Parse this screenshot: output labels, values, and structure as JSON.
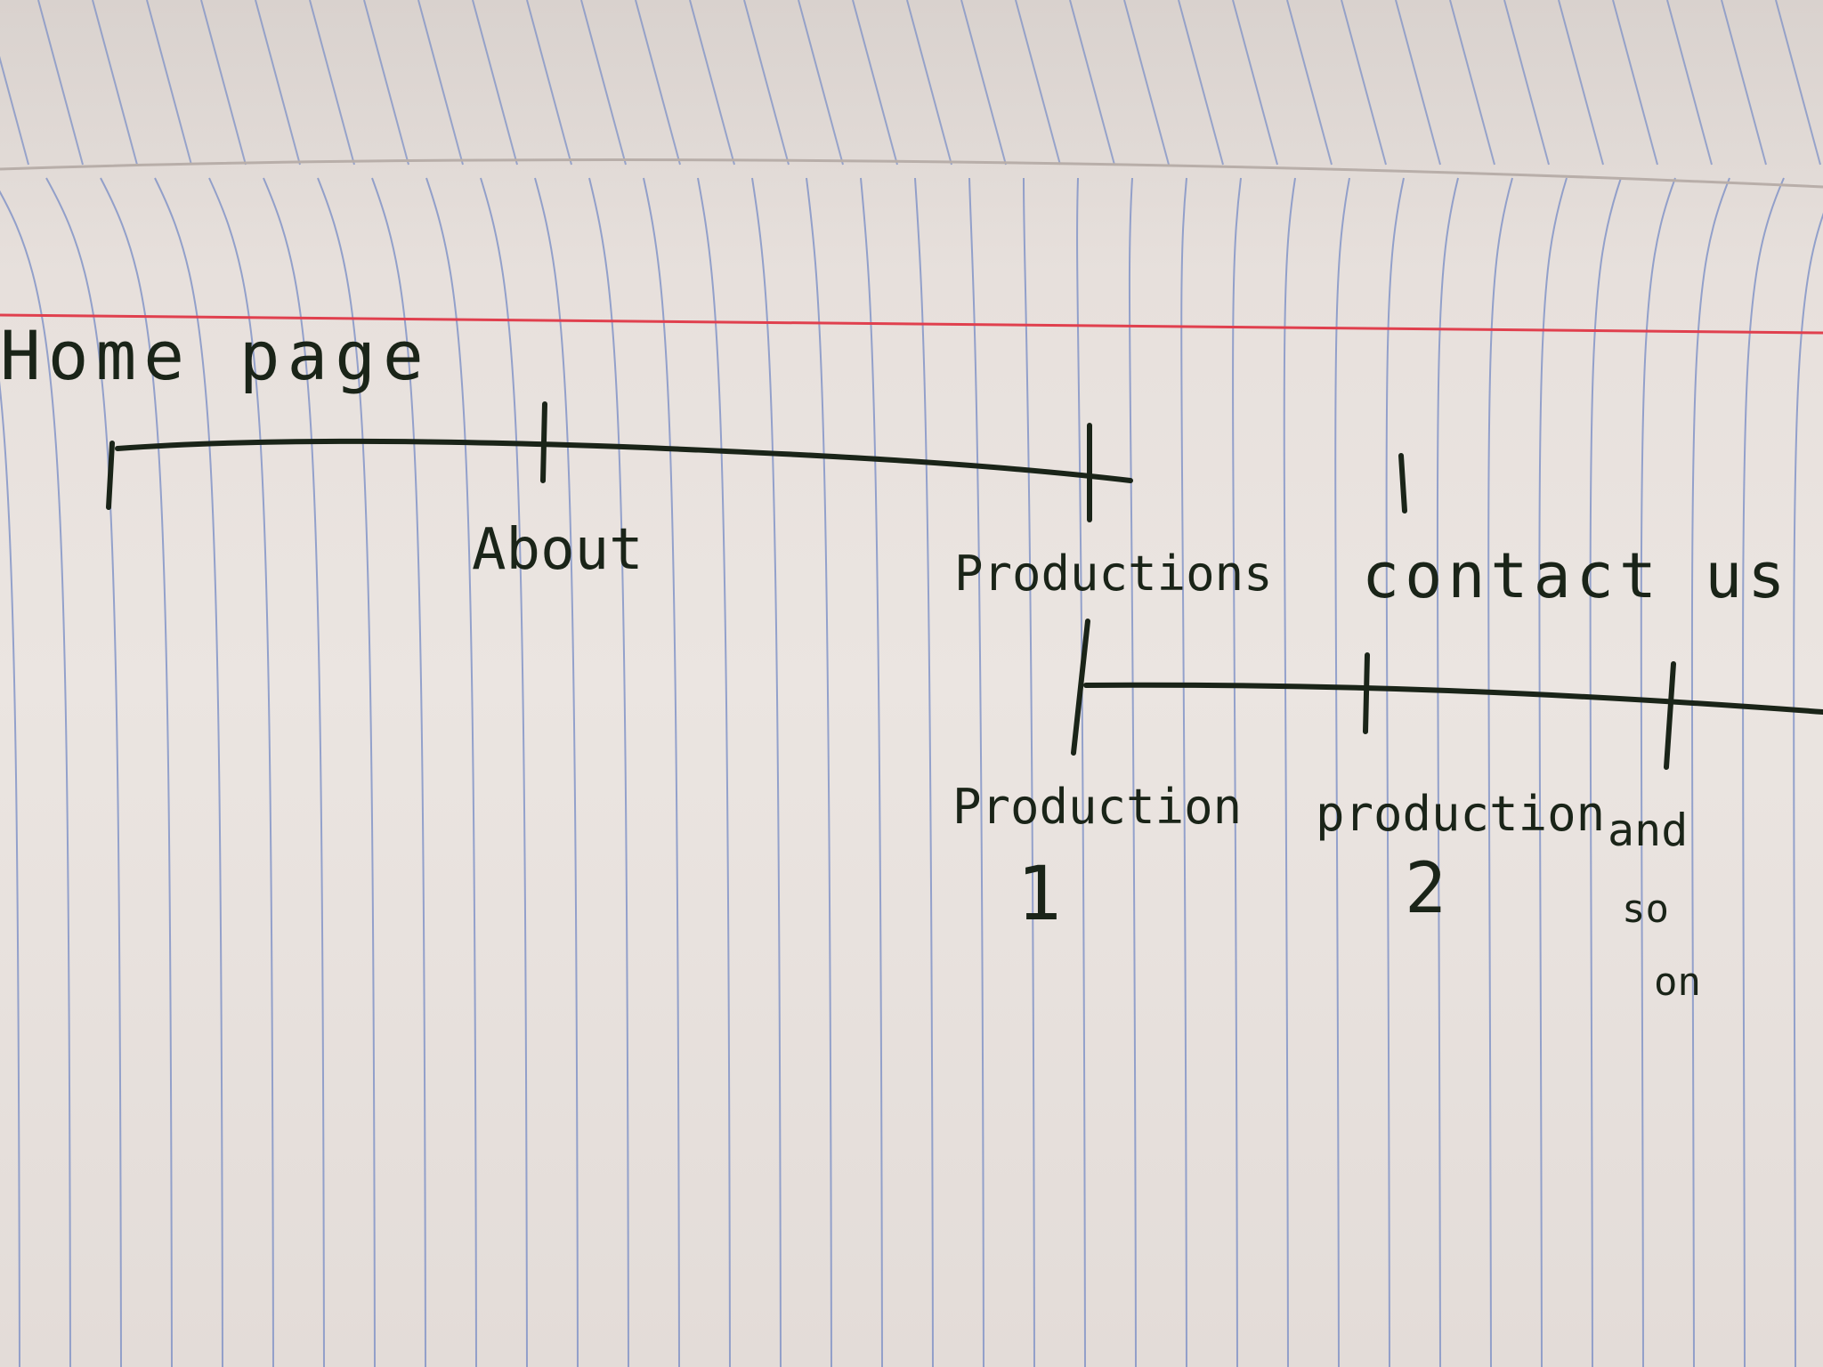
{
  "sitemap": {
    "root": {
      "label": "Home page"
    },
    "top_level": [
      {
        "label": "About"
      },
      {
        "label": "Productions"
      },
      {
        "label": "contact us"
      }
    ],
    "productions_children": [
      {
        "label": "Production",
        "number": "1"
      },
      {
        "label": "production",
        "number": "2"
      },
      {
        "label_lines": [
          "and",
          "so",
          "on"
        ]
      }
    ]
  },
  "colors": {
    "ink": "#1a2418",
    "ruled_line": "#7d90c6",
    "margin_line": "#e0404e",
    "paper": "#ebe5e1"
  }
}
